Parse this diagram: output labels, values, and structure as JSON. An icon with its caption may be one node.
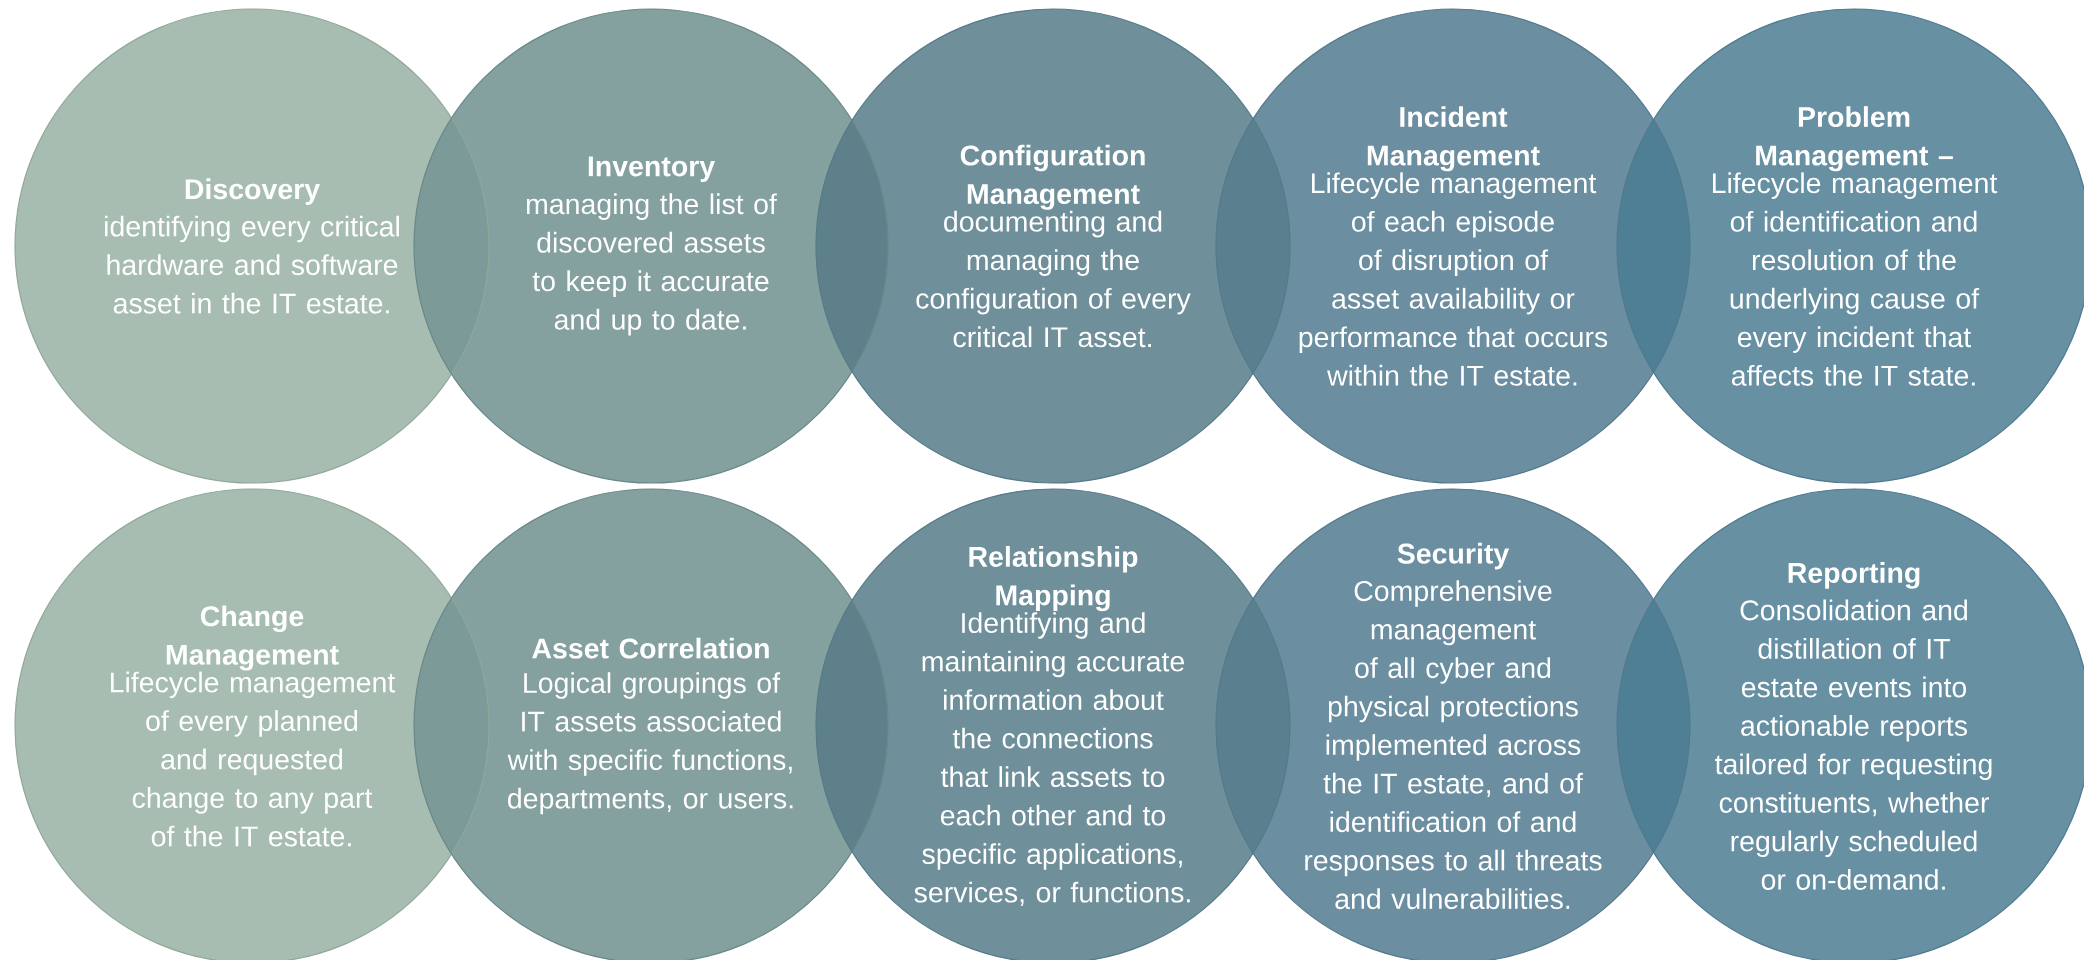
{
  "diagram": {
    "nodes": [
      {
        "text": [
          "Discovery",
          "identifying every critical hardware and software asset in the IT estate."
        ]
      },
      {
        "text": [
          "Inventory",
          "managing the list of discovered assets to keep it accurate and up to date."
        ]
      },
      {
        "text": [
          "Configuration Management",
          "documenting and managing the configuration of every critical IT asset."
        ]
      },
      {
        "text": [
          "Incident Management",
          "Lifecycle management of each episode of disruption of asset availability or performance that occurs within the IT estate."
        ]
      },
      {
        "text": [
          "Problem Management –",
          "Lifecycle management of identification and resolution of the underlying cause of every incident that affects the IT state."
        ]
      },
      {
        "text": [
          "Change Management",
          "Lifecycle management of every planned and requested change to any part of the IT estate."
        ]
      },
      {
        "text": [
          "Asset Correlation",
          "Logical groupings of IT assets associated with specific functions, departments, or users."
        ]
      },
      {
        "text": [
          "Relationship Mapping",
          "Identifying and maintaining accurate information about the connections that link assets to each other and to specific applications, services, or functions."
        ]
      },
      {
        "text": [
          "Security",
          "Comprehensive management of all cyber and physical protections implemented across the IT estate, and of identification of and responses to all threats and vulnerabilities."
        ]
      },
      {
        "text": [
          "Reporting",
          "Consolidation and distillation of IT estate events into actionable reports tailored for requesting constituents, whether regularly scheduled or on-demand."
        ]
      }
    ]
  }
}
